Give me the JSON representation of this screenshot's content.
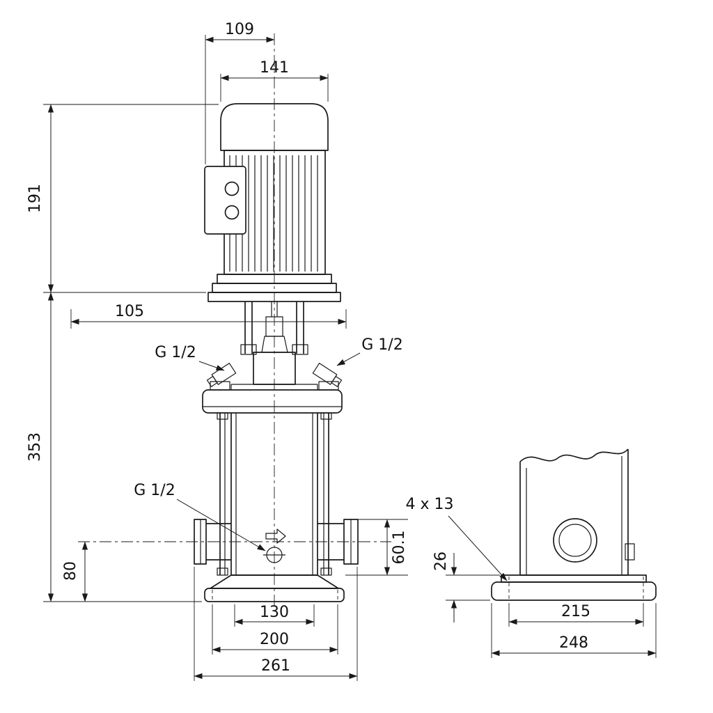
{
  "meta": {
    "description": "Dimensional line drawing of a vertical multistage centrifugal pump, front view and base side view",
    "colors": {
      "line": "#1a1a1a",
      "background": "#ffffff"
    }
  },
  "labels": {
    "d109": "109",
    "d141": "141",
    "d191": "191",
    "d105": "105",
    "d353": "353",
    "d80": "80",
    "d601": "60.1",
    "d26": "26",
    "d130": "130",
    "d200": "200",
    "d261": "261",
    "d215": "215",
    "d248": "248",
    "holes": "4 x 13",
    "g12_left": "G 1/2",
    "g12_right": "G 1/2",
    "g12_drain": "G 1/2"
  }
}
